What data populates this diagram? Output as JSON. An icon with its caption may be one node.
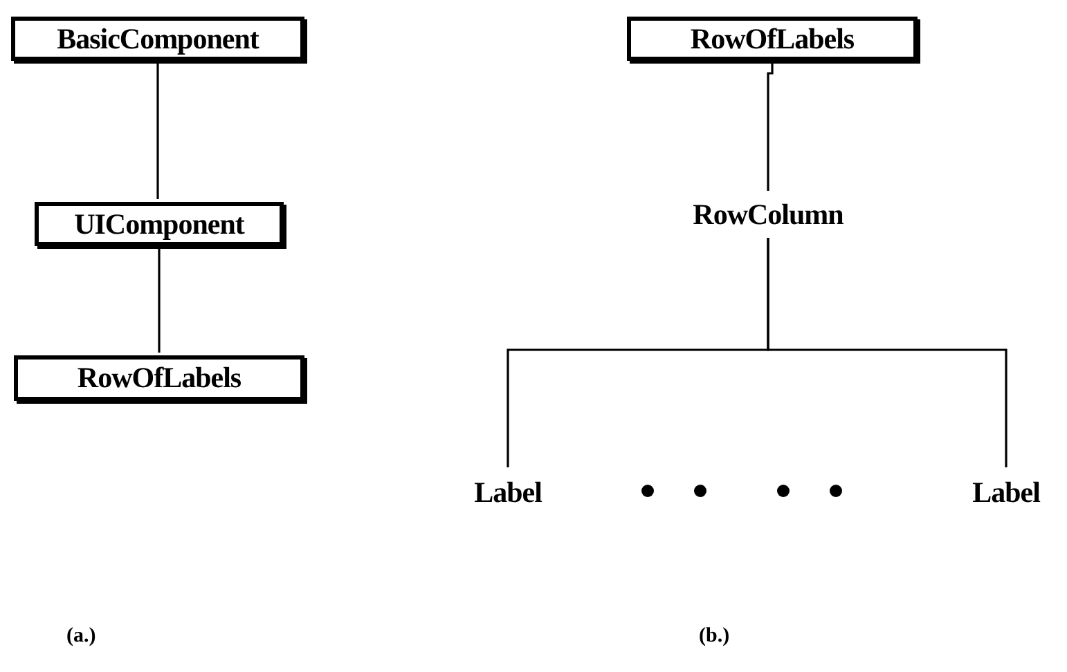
{
  "diagram": {
    "nodes": [
      {
        "text": [
          "BasicComponent"
        ]
      },
      {
        "text": [
          "UIComponent"
        ]
      },
      {
        "text": [
          "RowOfLabels"
        ]
      },
      {
        "text": [
          "RowOfLabels"
        ]
      },
      {
        "text": [
          "RowColumn"
        ]
      },
      {
        "text": [
          "Label"
        ]
      },
      {
        "text": [
          "Label"
        ]
      }
    ],
    "edges": [
      {
        "from": 0,
        "to": 1,
        "arrow": "none"
      },
      {
        "from": 1,
        "to": 2,
        "arrow": "none"
      },
      {
        "from": 3,
        "to": 4,
        "arrow": "none"
      },
      {
        "from": 4,
        "to": 5,
        "arrow": "none"
      },
      {
        "from": 4,
        "to": 6,
        "arrow": "none"
      }
    ],
    "labels": [
      "(a.)",
      "(b.)"
    ]
  }
}
